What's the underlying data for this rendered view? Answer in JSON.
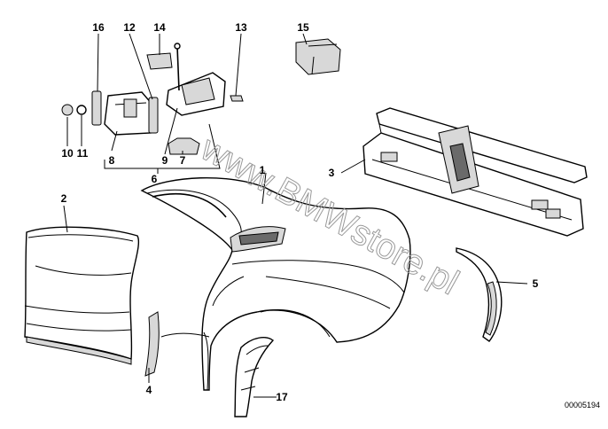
{
  "diagram": {
    "callouts": {
      "c1": "1",
      "c2": "2",
      "c3": "3",
      "c4": "4",
      "c5": "5",
      "c6": "6",
      "c7": "7",
      "c8": "8",
      "c9": "9",
      "c10": "10",
      "c11": "11",
      "c12": "12",
      "c13": "13",
      "c14": "14",
      "c15": "15",
      "c16": "16",
      "c17": "17"
    },
    "part_number": "00005194",
    "watermark": "www.BMWstore.pl"
  }
}
